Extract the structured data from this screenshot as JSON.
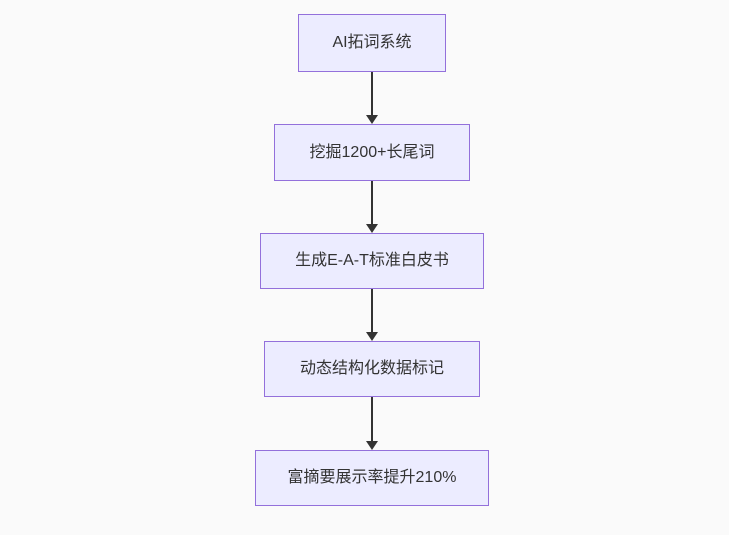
{
  "flowchart": {
    "type": "vertical-flow",
    "nodes": [
      {
        "id": "n1",
        "label": "AI拓词系统"
      },
      {
        "id": "n2",
        "label": "挖掘1200+长尾词"
      },
      {
        "id": "n3",
        "label": "生成E-A-T标准白皮书"
      },
      {
        "id": "n4",
        "label": "动态结构化数据标记"
      },
      {
        "id": "n5",
        "label": "富摘要展示率提升210%"
      }
    ],
    "edges": [
      {
        "from": "n1",
        "to": "n2"
      },
      {
        "from": "n2",
        "to": "n3"
      },
      {
        "from": "n3",
        "to": "n4"
      },
      {
        "from": "n4",
        "to": "n5"
      }
    ],
    "colors": {
      "node_fill": "#ECECFF",
      "node_border": "#9370DB",
      "arrow": "#333333",
      "text": "#333333",
      "background": "#fafafa"
    }
  }
}
